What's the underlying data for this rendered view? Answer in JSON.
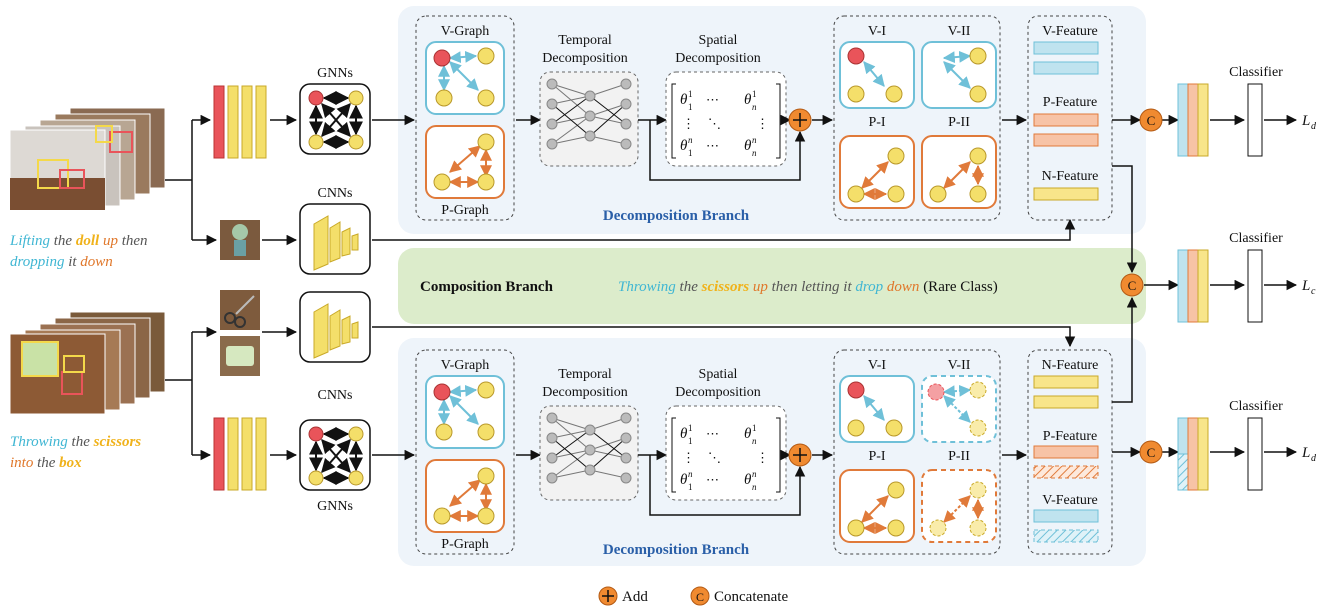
{
  "colors": {
    "red": "#e9545a",
    "yellow": "#f4df6a",
    "orange": "#e07a3a",
    "cyan": "#6fc0d8",
    "branch_bg": "#eef4fa",
    "comp_bg": "#dceccb",
    "title_blue": "#2a5fa8",
    "word_cyan": "#3fb6d3",
    "word_orange": "#e0772a",
    "word_yellow": "#f0b21a",
    "word_gray": "#555555"
  },
  "inputs": {
    "top": [
      {
        "text": "Lifting",
        "color": "cyan"
      },
      {
        "text": " the ",
        "color": "gray"
      },
      {
        "text": "doll",
        "color": "yellow"
      },
      {
        "text": " up",
        "color": "orange"
      },
      {
        "text": " then",
        "color": "gray"
      }
    ],
    "top_line2": [
      {
        "text": "dropping",
        "color": "cyan"
      },
      {
        "text": " it ",
        "color": "gray"
      },
      {
        "text": "down",
        "color": "orange"
      }
    ],
    "bottom": [
      {
        "text": "Throwing",
        "color": "cyan"
      },
      {
        "text": " the ",
        "color": "gray"
      },
      {
        "text": "scissors",
        "color": "yellow"
      }
    ],
    "bottom_line2": [
      {
        "text": "into",
        "color": "orange"
      },
      {
        "text": " the ",
        "color": "gray"
      },
      {
        "text": "box",
        "color": "yellow"
      }
    ]
  },
  "labels": {
    "gnns": "GNNs",
    "cnns": "CNNs",
    "v_graph": "V-Graph",
    "p_graph": "P-Graph",
    "temporal_1": "Temporal",
    "temporal_2": "Decomposition",
    "spatial_1": "Spatial",
    "spatial_2": "Decomposition",
    "decomp_branch": "Decomposition Branch",
    "v1": "V-I",
    "v2": "V-II",
    "p1": "P-I",
    "p2": "P-II",
    "v_feature": "V-Feature",
    "p_feature": "P-Feature",
    "n_feature": "N-Feature",
    "classifier": "Classifier",
    "loss_d": "L",
    "loss_d_sub": "d",
    "loss_c": "L",
    "loss_c_sub": "c",
    "matrix_dots_h": "⋯",
    "matrix_dots_v": "⋮",
    "matrix_dots_d": "⋱",
    "theta": "θ"
  },
  "composition": {
    "title": "Composition Branch",
    "sentence": [
      {
        "text": "Throwing",
        "color": "cyan",
        "italic": true
      },
      {
        "text": " the ",
        "color": "gray",
        "italic": true
      },
      {
        "text": "scissors",
        "color": "yellow",
        "italic": true
      },
      {
        "text": " up",
        "color": "orange",
        "italic": true
      },
      {
        "text": " then letting it ",
        "color": "gray",
        "italic": true
      },
      {
        "text": "drop",
        "color": "cyan",
        "italic": true
      },
      {
        "text": " down",
        "color": "orange",
        "italic": true
      },
      {
        "text": " (Rare Class)",
        "color": "black",
        "italic": false
      }
    ]
  },
  "legend": {
    "add": "Add",
    "concat": "Concatenate",
    "concat_symbol": "C",
    "add_symbol": "+"
  }
}
